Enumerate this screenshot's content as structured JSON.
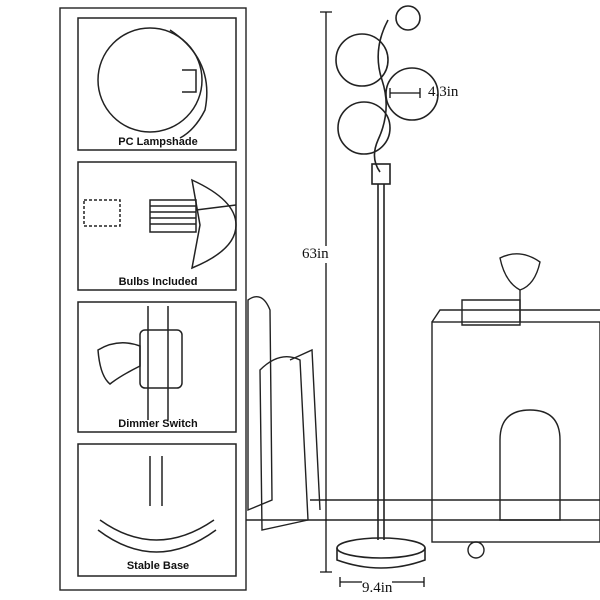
{
  "panels": [
    {
      "label": "PC Lampshade"
    },
    {
      "label": "Bulbs Included"
    },
    {
      "label": "Dimmer Switch"
    },
    {
      "label": "Stable Base"
    }
  ],
  "dimensions": {
    "shade_diameter": "4.3in",
    "height": "63in",
    "base_diameter": "9.4in"
  }
}
